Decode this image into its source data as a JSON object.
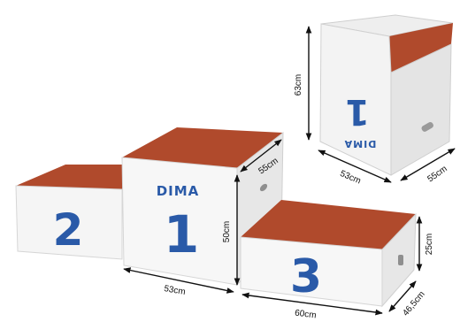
{
  "brand": "DIMA",
  "podium": {
    "first": {
      "number": "1"
    },
    "second": {
      "number": "2"
    },
    "third": {
      "number": "3"
    }
  },
  "inset": {
    "number": "1",
    "brand": "DIMA"
  },
  "dimensions": {
    "inset_height": "63cm",
    "inset_width": "53cm",
    "inset_depth": "55cm",
    "first_width": "53cm",
    "first_height": "50cm",
    "first_depth": "55cm",
    "third_width": "60cm",
    "third_height": "25cm",
    "third_depth": "46,5cm"
  },
  "colors": {
    "top_surface": "#b04a2c",
    "box_white": "#f3f3f3",
    "number_blue": "#2a5aa8"
  }
}
